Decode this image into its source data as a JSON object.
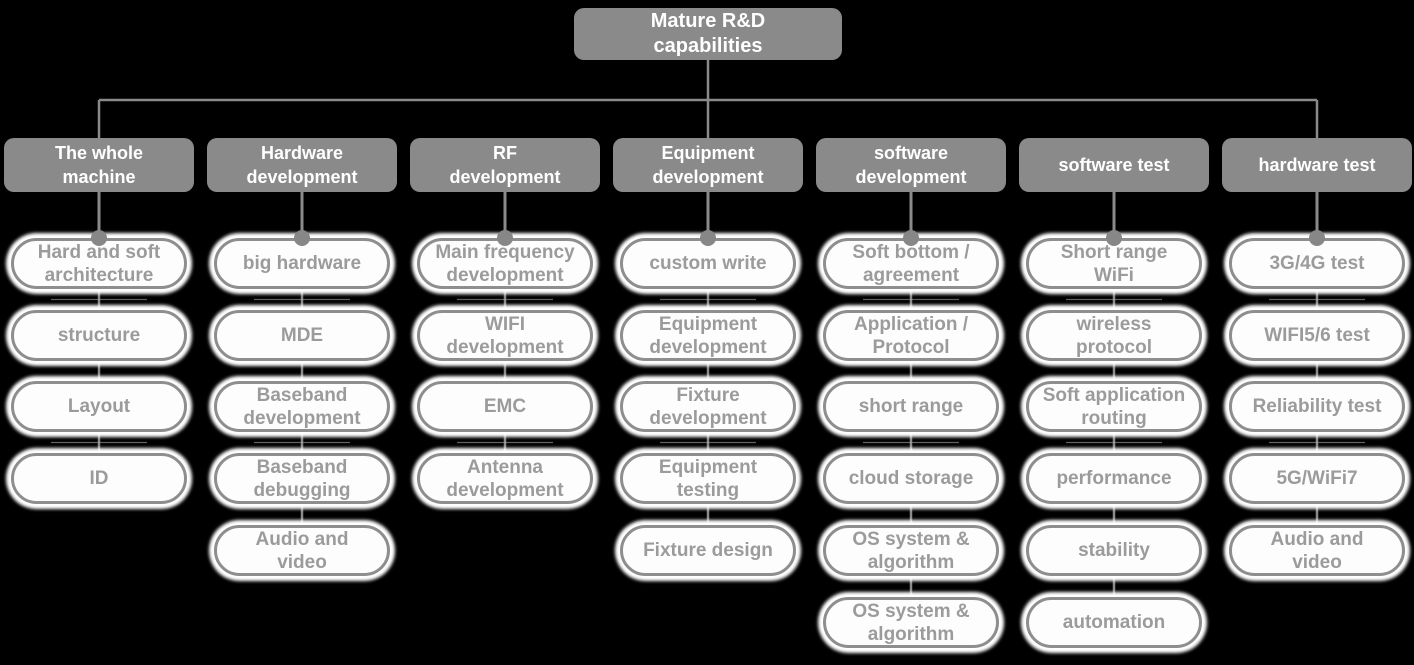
{
  "root": {
    "label": "Mature R&D capabilities",
    "lines": [
      "Mature R&D",
      "capabilities"
    ]
  },
  "columns": [
    {
      "header": "The whole machine",
      "header_lines": [
        "The whole",
        "machine"
      ],
      "items": [
        [
          "Hard and soft",
          "architecture"
        ],
        [
          "structure"
        ],
        [
          "Layout"
        ],
        [
          "ID"
        ]
      ]
    },
    {
      "header": "Hardware development",
      "header_lines": [
        "Hardware",
        "development"
      ],
      "items": [
        [
          "big hardware"
        ],
        [
          "MDE"
        ],
        [
          "Baseband",
          "development"
        ],
        [
          "Baseband",
          "debugging"
        ],
        [
          "Audio and",
          "video"
        ]
      ]
    },
    {
      "header": "RF development",
      "header_lines": [
        "RF",
        "development"
      ],
      "items": [
        [
          "Main frequency",
          "development"
        ],
        [
          "WIFI",
          "development"
        ],
        [
          "EMC"
        ],
        [
          "Antenna",
          "development"
        ]
      ]
    },
    {
      "header": "Equipment development",
      "header_lines": [
        "Equipment",
        "development"
      ],
      "items": [
        [
          "custom write"
        ],
        [
          "Equipment",
          "development"
        ],
        [
          "Fixture",
          "development"
        ],
        [
          "Equipment",
          "testing"
        ],
        [
          "Fixture design"
        ]
      ]
    },
    {
      "header": "software development",
      "header_lines": [
        "software",
        "development"
      ],
      "items": [
        [
          "Soft bottom /",
          "agreement"
        ],
        [
          "Application /",
          "Protocol"
        ],
        [
          "short range"
        ],
        [
          "cloud storage"
        ],
        [
          "OS system &",
          "algorithm"
        ],
        [
          "OS system &",
          "algorithm"
        ]
      ]
    },
    {
      "header": "software test",
      "header_lines": [
        "software test"
      ],
      "items": [
        [
          "Short range",
          "WiFi"
        ],
        [
          "wireless",
          "protocol"
        ],
        [
          "Soft application",
          "routing"
        ],
        [
          "performance"
        ],
        [
          "stability"
        ],
        [
          "automation"
        ]
      ]
    },
    {
      "header": "hardware test",
      "header_lines": [
        "hardware test"
      ],
      "items": [
        [
          "3G/4G test"
        ],
        [
          "WIFI5/6 test"
        ],
        [
          "Reliability test"
        ],
        [
          "5G/WiFi7"
        ],
        [
          "Audio and",
          "video"
        ]
      ]
    }
  ],
  "colors": {
    "background": "#000000",
    "box_fill": "#8a8a8a",
    "box_text": "#ffffff",
    "pill_fill": "#fdfdfd",
    "pill_border": "#8e8e8e",
    "pill_text": "#9b9b9b",
    "pill_glow": "#ffffff",
    "connector": "#8a8a8a",
    "branch_dot": "#878787",
    "separator": "#b0b0b0"
  }
}
